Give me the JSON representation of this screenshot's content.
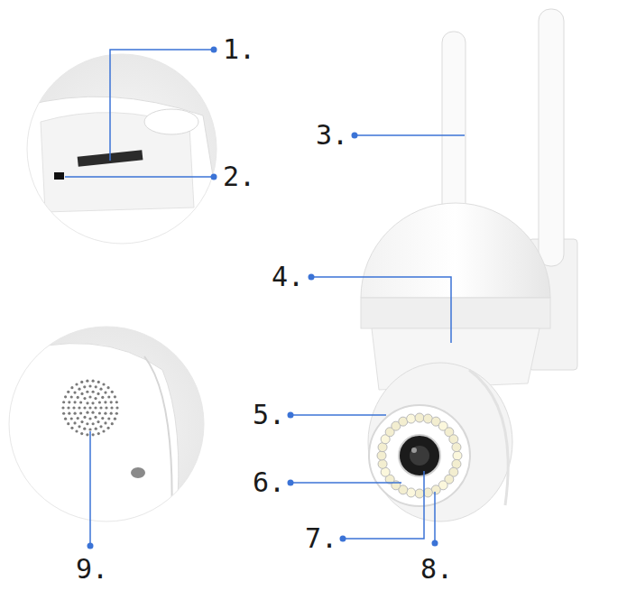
{
  "diagram": {
    "labels": [
      "1.",
      "2.",
      "3.",
      "4.",
      "5.",
      "6.",
      "7.",
      "8.",
      "9."
    ]
  }
}
